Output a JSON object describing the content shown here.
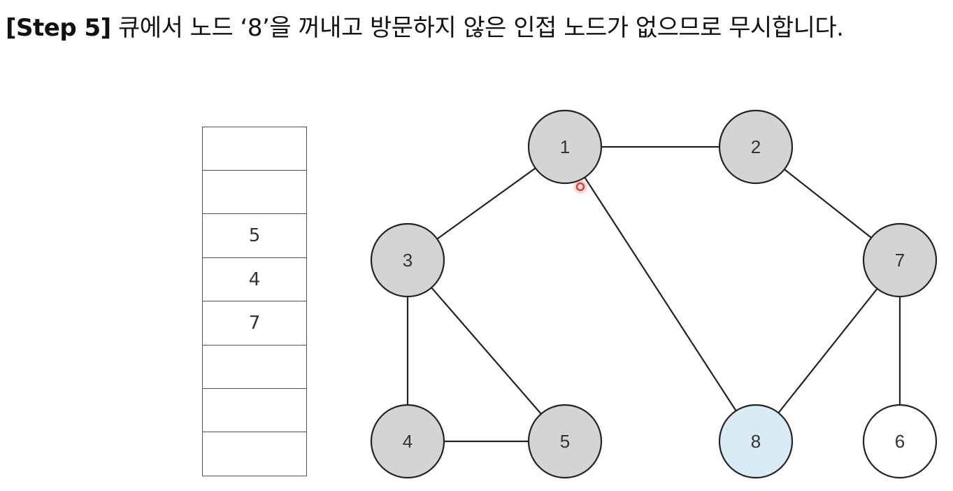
{
  "title": {
    "step": "[Step 5]",
    "text": "큐에서 노드 ‘8’을 꺼내고 방문하지 않은 인접 노드가 없으므로 무시합니다."
  },
  "queue": {
    "cells": [
      "",
      "",
      "5",
      "4",
      "7",
      "",
      "",
      ""
    ]
  },
  "graph": {
    "colors": {
      "visited": "#d4d3d6",
      "current": "#daebf8",
      "unvisited": "#ffffff",
      "stroke": "#222222",
      "cursor": "#e53935"
    },
    "nodes": [
      {
        "label": "1",
        "state": "visited"
      },
      {
        "label": "2",
        "state": "visited"
      },
      {
        "label": "3",
        "state": "visited"
      },
      {
        "label": "7",
        "state": "visited"
      },
      {
        "label": "4",
        "state": "visited"
      },
      {
        "label": "5",
        "state": "visited"
      },
      {
        "label": "8",
        "state": "current"
      },
      {
        "label": "6",
        "state": "unvisited"
      }
    ],
    "edges": [
      [
        "1",
        "2"
      ],
      [
        "1",
        "3"
      ],
      [
        "1",
        "8"
      ],
      [
        "2",
        "7"
      ],
      [
        "3",
        "4"
      ],
      [
        "3",
        "5"
      ],
      [
        "4",
        "5"
      ],
      [
        "7",
        "8"
      ],
      [
        "7",
        "6"
      ]
    ]
  }
}
